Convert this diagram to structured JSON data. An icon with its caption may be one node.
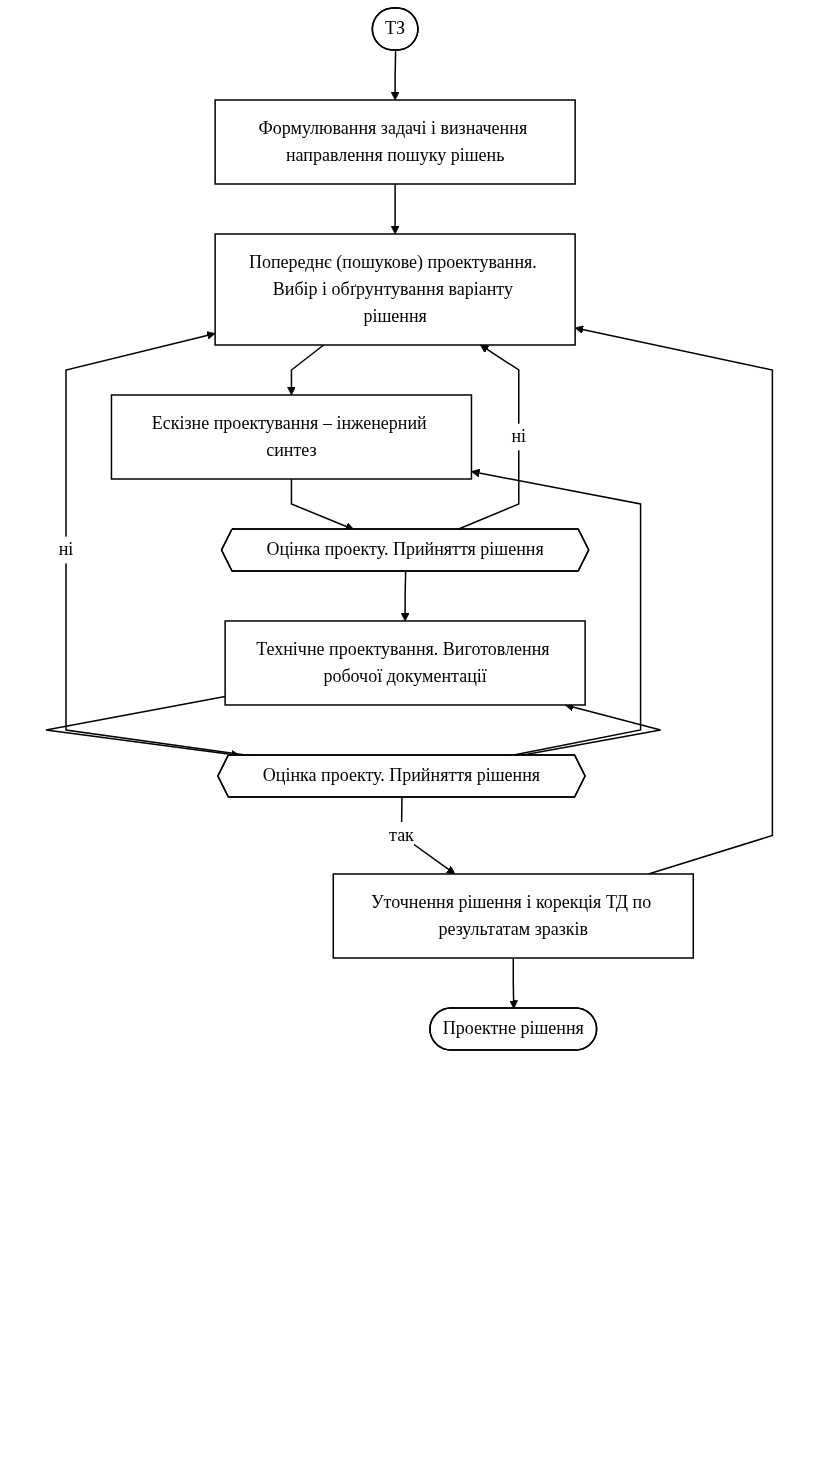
{
  "diagram": {
    "nodes": [
      {
        "text": [
          "ТЗ"
        ]
      },
      {
        "text": [
          "Формулювання задачі і визначення направлення пошуку рішень"
        ]
      },
      {
        "text": [
          "Попереднє (пошукове) проектування. Вибір і обґрунтування варіанту рішення"
        ]
      },
      {
        "text": [
          "Ескізне проектування – інженерний синтез"
        ]
      },
      {
        "text": [
          "Оцінка проекту. Прийняття рішення"
        ]
      },
      {
        "text": [
          "Технічне проектування. Виготовлення робочої документації"
        ]
      },
      {
        "text": [
          "Оцінка проекту. Прийняття рішення"
        ]
      },
      {
        "text": [
          "Уточнення рішення і корекція ТД по результатам зразків"
        ]
      },
      {
        "text": [
          "Проектне рішення"
        ]
      }
    ],
    "edges": [
      {
        "from": 0,
        "to": 1,
        "arrow": "to"
      },
      {
        "from": 1,
        "to": 2,
        "arrow": "to"
      },
      {
        "from": 2,
        "to": 3,
        "arrow": "to"
      },
      {
        "from": 3,
        "to": 4,
        "arrow": "to"
      },
      {
        "from": 4,
        "to": 5,
        "arrow": "to"
      },
      {
        "from": 5,
        "to": 6,
        "arrow": "to"
      },
      {
        "from": 6,
        "to": 7,
        "arrow": "to",
        "label": "так"
      },
      {
        "from": 7,
        "to": 8,
        "arrow": "to"
      },
      {
        "from": 4,
        "to": 2,
        "arrow": "to",
        "label": "ні"
      },
      {
        "from": 6,
        "to": 2,
        "arrow": "to",
        "label": "ні"
      },
      {
        "from": 6,
        "to": 3,
        "arrow": "to"
      },
      {
        "from": 6,
        "to": 5,
        "arrow": "to"
      },
      {
        "from": 7,
        "to": 2,
        "arrow": "to"
      }
    ]
  }
}
